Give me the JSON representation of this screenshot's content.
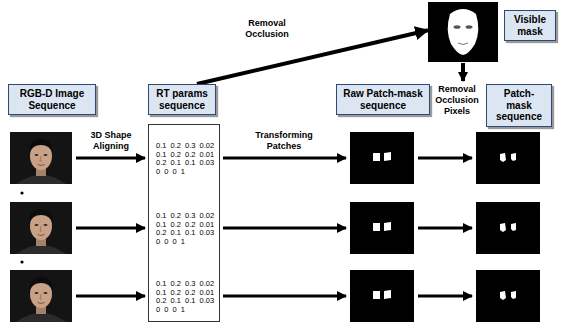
{
  "diagram": {
    "nodes": [
      {
        "text": [
          "RGB-D Image Sequence"
        ]
      },
      {
        "text": [
          "RT params sequence"
        ]
      },
      {
        "text": [
          "Visible mask"
        ]
      },
      {
        "text": [
          "Raw Patch-mask sequence"
        ]
      },
      {
        "text": [
          "Patch-mask sequence"
        ]
      },
      {
        "text": [
          "0.1 0.2 0.3 0.02",
          "0.1 0.2 0.2 0.01",
          "0.2 0.1 0.1 0.03",
          "0 0 0 1",
          "0.1 0.2 0.3 0.02",
          "0.1 0.2 0.2 0.01",
          "0.2 0.1 0.1 0.03",
          "0 0 0 1",
          "0.1 0.2 0.3 0.02",
          "0.1 0.2 0.2 0.01",
          "0.2 0.1 0.1 0.03",
          "0 0 0 1"
        ]
      }
    ],
    "edges": [
      {
        "from": 1,
        "to": 2,
        "arrow": "to",
        "label": "Removal Occlusion"
      }
    ],
    "labels": [
      "3D Shape Aligning",
      "Transforming Patches",
      "Removal Occlusion Pixels"
    ]
  }
}
